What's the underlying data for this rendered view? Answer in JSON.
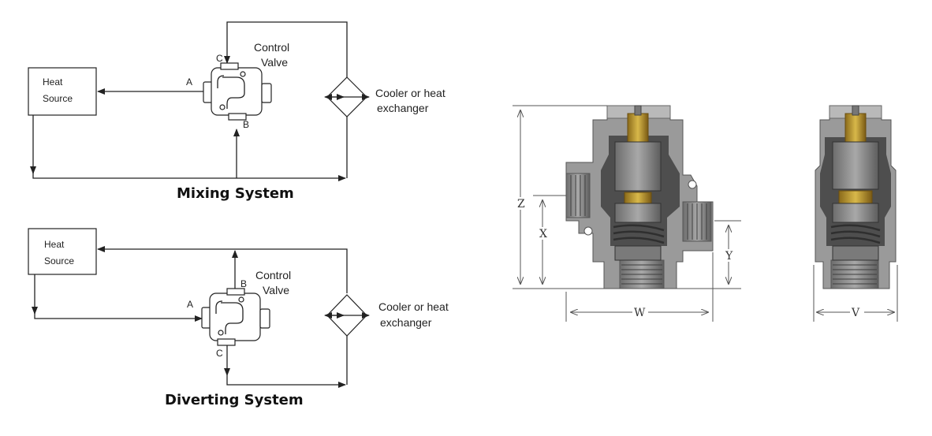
{
  "mixing": {
    "title": "Mixing System",
    "heat_source": [
      "Heat",
      "Source"
    ],
    "valve_label": [
      "Control",
      "Valve"
    ],
    "cooler_label": [
      "Cooler or heat",
      "exchanger"
    ],
    "port_a": "A",
    "port_b": "B",
    "port_c": "C"
  },
  "diverting": {
    "title": "Diverting System",
    "heat_source": [
      "Heat",
      "Source"
    ],
    "valve_label": [
      "Control",
      "Valve"
    ],
    "cooler_label": [
      "Cooler or heat",
      "exchanger"
    ],
    "port_a": "A",
    "port_b": "B",
    "port_c": "C"
  },
  "dimensions": {
    "z": "Z",
    "x": "X",
    "y": "Y",
    "w": "W",
    "v": "V"
  },
  "colors": {
    "line": "#222222",
    "valve_gray": "#8a8a8a",
    "valve_dark": "#4d4d4d",
    "valve_light": "#c8c8c8",
    "brass": "#b8962e"
  }
}
